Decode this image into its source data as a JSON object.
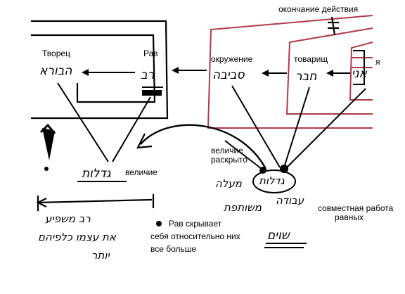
{
  "labels": {
    "end_of_action": "окончание действия",
    "creator": "Творец",
    "rav": "Рав",
    "surroundings": "окружение",
    "friend": "товарищ",
    "me": "я",
    "greatness": "величие",
    "greatness_revealed_1": "величие",
    "greatness_revealed_2": "раскрыто",
    "joint_work_1": "совместная работа",
    "joint_work_2": "равных",
    "rav_hides_1": "Рав скрывает",
    "rav_hides_2": "себя относительно них",
    "rav_hides_3": "все больше"
  },
  "hebrew": {
    "creator_word": "הבורא",
    "rav_word": "רב",
    "surroundings_word": "סביבה",
    "friend_word": "חבר",
    "me_word": "אני",
    "greatness_word": "גדלות",
    "greatness_word_right": "גדלות",
    "problem_word": "מעלה",
    "work_word_1": "עבודה",
    "work_word_2": "משותפת",
    "rav_hides_heb_1": "רב משפיע",
    "rav_hides_heb_2": "את עצמו כלפיהם",
    "rav_hides_heb_3": "יותר",
    "equal_word": "שוים"
  },
  "colors": {
    "ink": "#000000",
    "red_frame": "#b03a4a"
  }
}
